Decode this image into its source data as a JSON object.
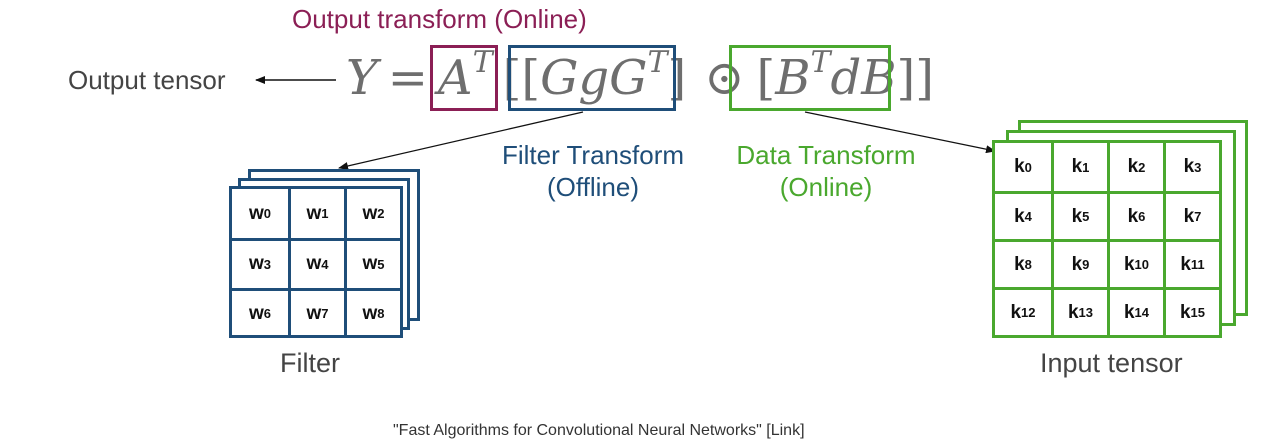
{
  "title": "Output transform (Online)",
  "output_tensor_label": "Output tensor",
  "equation": {
    "y": "Y",
    "eq": "=",
    "a": "A",
    "a_sup": "T",
    "lbr_outer": "[",
    "filter_term": {
      "open": "[",
      "g1": "G",
      "g2": "g",
      "g3": "G",
      "sup": "T",
      "close": "]"
    },
    "odot": "⊙",
    "data_term": {
      "open": "[",
      "b1": "B",
      "sup": "T",
      "d": "d",
      "b2": "B",
      "close": "]"
    },
    "rbr_outer": "]"
  },
  "filter_transform": {
    "line1": "Filter Transform",
    "line2": "(Offline)"
  },
  "data_transform": {
    "line1": "Data Transform",
    "line2": "(Online)"
  },
  "filter": {
    "label": "Filter",
    "cells": [
      {
        "base": "w",
        "sub": "0"
      },
      {
        "base": "w",
        "sub": "1"
      },
      {
        "base": "w",
        "sub": "2"
      },
      {
        "base": "w",
        "sub": "3"
      },
      {
        "base": "w",
        "sub": "4"
      },
      {
        "base": "w",
        "sub": "5"
      },
      {
        "base": "w",
        "sub": "6"
      },
      {
        "base": "w",
        "sub": "7"
      },
      {
        "base": "w",
        "sub": "8"
      }
    ]
  },
  "input": {
    "label": "Input tensor",
    "cells": [
      {
        "base": "k",
        "sub": "0"
      },
      {
        "base": "k",
        "sub": "1"
      },
      {
        "base": "k",
        "sub": "2"
      },
      {
        "base": "k",
        "sub": "3"
      },
      {
        "base": "k",
        "sub": "4"
      },
      {
        "base": "k",
        "sub": "5"
      },
      {
        "base": "k",
        "sub": "6"
      },
      {
        "base": "k",
        "sub": "7"
      },
      {
        "base": "k",
        "sub": "8"
      },
      {
        "base": "k",
        "sub": "9"
      },
      {
        "base": "k",
        "sub": "10"
      },
      {
        "base": "k",
        "sub": "11"
      },
      {
        "base": "k",
        "sub": "12"
      },
      {
        "base": "k",
        "sub": "13"
      },
      {
        "base": "k",
        "sub": "14"
      },
      {
        "base": "k",
        "sub": "15"
      }
    ]
  },
  "citation": "\"Fast Algorithms for Convolutional Neural Networks\" [Link]",
  "colors": {
    "output": "#8b1f55",
    "filter": "#1f4e79",
    "data": "#4aa82e",
    "text": "#444444"
  }
}
